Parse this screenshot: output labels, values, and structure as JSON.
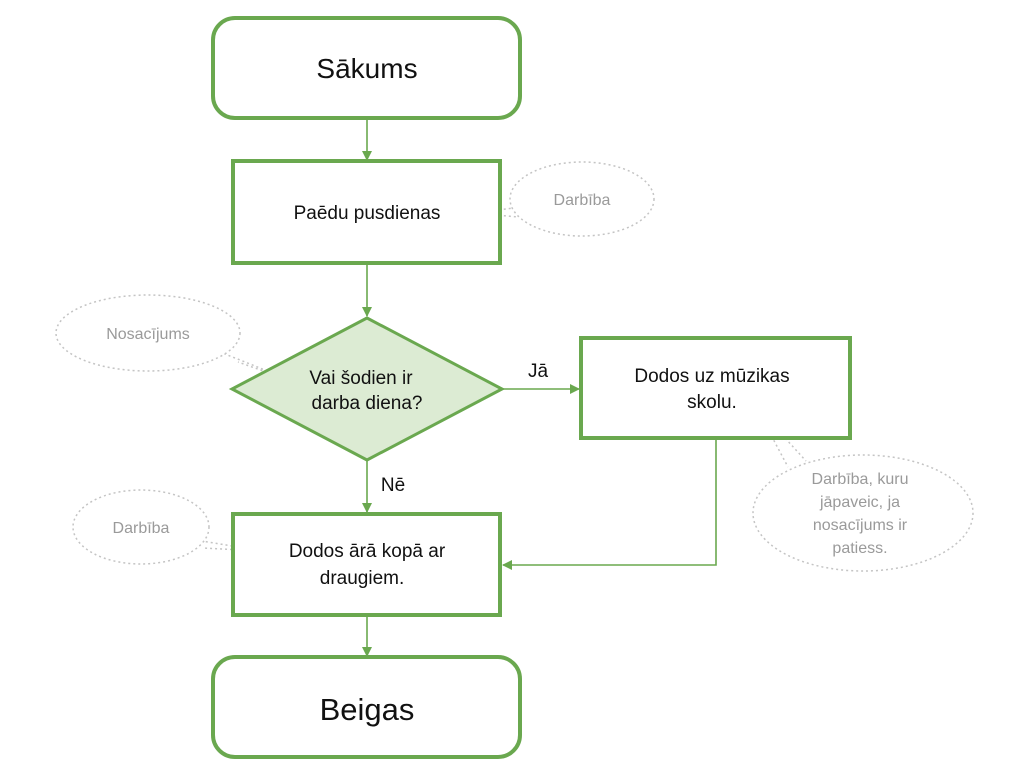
{
  "diagram": {
    "colors": {
      "accent": "#6aa84f",
      "decision_fill": "#dcebd3",
      "note_border": "#c4c4c4",
      "note_text": "#9a9a9a",
      "text": "#111111"
    },
    "nodes": {
      "start": "Sākums",
      "lunch": "Paēdu pusdienas",
      "decision_line1": "Vai šodien ir",
      "decision_line2": "darba diena?",
      "music_line1": "Dodos uz mūzikas",
      "music_line2": "skolu.",
      "friends_line1": "Dodos ārā kopā ar",
      "friends_line2": "draugiem.",
      "end": "Beigas"
    },
    "edges": {
      "yes": "Jā",
      "no": "Nē"
    },
    "notes": {
      "action_top": "Darbība",
      "condition": "Nosacījums",
      "action_left": "Darbība",
      "action_true_line1": "Darbība, kuru",
      "action_true_line2": "jāpaveic, ja",
      "action_true_line3": "nosacījums ir",
      "action_true_line4": "patiess."
    }
  }
}
